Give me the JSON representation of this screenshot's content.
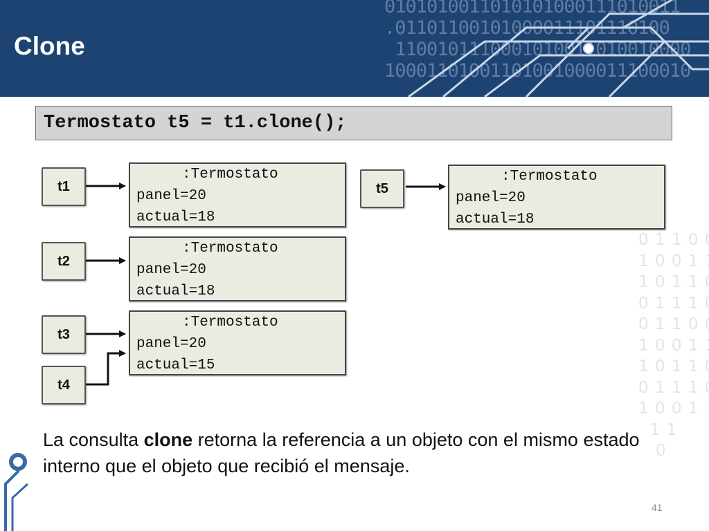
{
  "slide": {
    "title": "Clone",
    "code": "Termostato t5 = t1.clone();",
    "page_number": "41"
  },
  "references": {
    "t1": "t1",
    "t2": "t2",
    "t3": "t3",
    "t4": "t4",
    "t5": "t5"
  },
  "objects": [
    {
      "class": ":Termostato",
      "panel": "panel=20",
      "actual": "actual=18"
    },
    {
      "class": ":Termostato",
      "panel": "panel=20",
      "actual": "actual=18"
    },
    {
      "class": ":Termostato",
      "panel": "panel=20",
      "actual": "actual=15"
    },
    {
      "class": ":Termostato",
      "panel": "panel=20",
      "actual": "actual=18"
    }
  ],
  "caption": {
    "before": "La consulta ",
    "bold": "clone",
    "after": " retorna la referencia a un objeto con el mismo estado interno que el objeto que recibió el mensaje."
  },
  "colors": {
    "header": "#1d4373",
    "box_fill": "#e9ece0",
    "code_fill": "#d4d4d4",
    "accent": "#3a6aa5"
  }
}
